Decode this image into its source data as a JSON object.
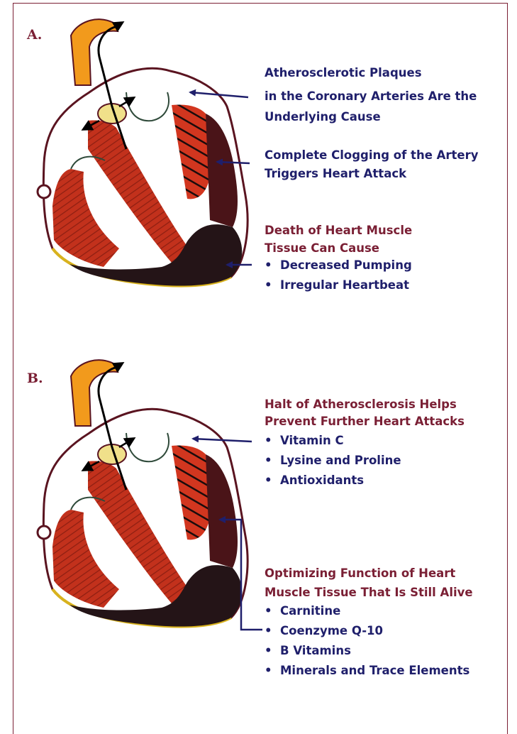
{
  "panelA": {
    "letter": "A.",
    "plaques_line1": "Atherosclerotic Plaques",
    "plaques_line2": "in the Coronary Arteries Are the",
    "plaques_line3": "Underlying Cause",
    "clog_line1": "Complete Clogging of the Artery",
    "clog_line2": "Triggers Heart Attack",
    "death_line1": "Death of Heart Muscle",
    "death_line2": "Tissue Can Cause",
    "death_items": [
      "Decreased Pumping",
      "Irregular Heartbeat"
    ]
  },
  "panelB": {
    "letter": "B.",
    "halt_line1": "Halt of Atherosclerosis Helps",
    "halt_line2": "Prevent Further Heart Attacks",
    "halt_items": [
      "Vitamin C",
      "Lysine and Proline",
      "Antioxidants"
    ],
    "opt_line1": "Optimizing Function of Heart",
    "opt_line2": "Muscle Tissue That Is Still Alive",
    "opt_items": [
      "Carnitine",
      "Coenzyme Q-10",
      "B Vitamins",
      "Minerals and Trace Elements"
    ]
  },
  "colors": {
    "frame": "#7a1f34",
    "navy_text": "#1f1f6b",
    "maroon_text": "#7a1f34",
    "aorta": "#f29a1c",
    "muscle": "#c2311c",
    "dead_tissue": "#241417",
    "heart_outline": "#5a1420",
    "valve": "#f0e08a"
  }
}
